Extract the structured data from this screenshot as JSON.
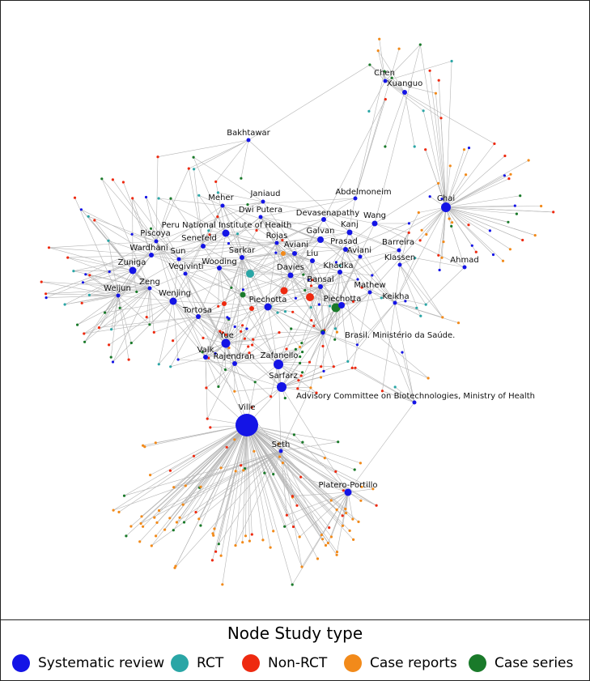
{
  "colors": {
    "systematic_review": "#1414e6",
    "rct": "#2aa6a6",
    "non_rct": "#ee2a10",
    "case_reports": "#f28a1a",
    "case_series": "#1a7a2a",
    "edge": "#b5b5b5"
  },
  "legend": {
    "title": "Node Study type",
    "items": [
      {
        "key": "systematic_review",
        "label": "Systematic review"
      },
      {
        "key": "rct",
        "label": "RCT"
      },
      {
        "key": "non_rct",
        "label": "Non-RCT"
      },
      {
        "key": "case_reports",
        "label": "Case reports"
      },
      {
        "key": "case_series",
        "label": "Case series"
      }
    ]
  },
  "labeled_nodes": [
    {
      "label": "Chen",
      "type": "systematic_review"
    },
    {
      "label": "Xuanguo",
      "type": "systematic_review"
    },
    {
      "label": "Bakhtawar",
      "type": "systematic_review"
    },
    {
      "label": "Abdelmoneim",
      "type": "systematic_review"
    },
    {
      "label": "Chai",
      "type": "systematic_review"
    },
    {
      "label": "Meher",
      "type": "systematic_review"
    },
    {
      "label": "Janiaud",
      "type": "systematic_review"
    },
    {
      "label": "Dwi Putera",
      "type": "systematic_review"
    },
    {
      "label": "Devasenapathy",
      "type": "systematic_review"
    },
    {
      "label": "Wang",
      "type": "systematic_review"
    },
    {
      "label": "Peru National Institute of Health",
      "type": "systematic_review"
    },
    {
      "label": "Galvan",
      "type": "systematic_review"
    },
    {
      "label": "Kanj",
      "type": "systematic_review"
    },
    {
      "label": "Piscoya",
      "type": "systematic_review"
    },
    {
      "label": "Rojas",
      "type": "systematic_review"
    },
    {
      "label": "Senefeld",
      "type": "systematic_review"
    },
    {
      "label": "Aviani",
      "type": "systematic_review"
    },
    {
      "label": "Prasad",
      "type": "systematic_review"
    },
    {
      "label": "Barreira",
      "type": "systematic_review"
    },
    {
      "label": "Wardhani",
      "type": "systematic_review"
    },
    {
      "label": "Sarkar",
      "type": "systematic_review"
    },
    {
      "label": "Sun",
      "type": "systematic_review"
    },
    {
      "label": "Liu",
      "type": "systematic_review"
    },
    {
      "label": "Aviani",
      "type": "systematic_review"
    },
    {
      "label": "Ahmad",
      "type": "systematic_review"
    },
    {
      "label": "Zuniga",
      "type": "systematic_review"
    },
    {
      "label": "Wooding",
      "type": "systematic_review"
    },
    {
      "label": "Klassen",
      "type": "systematic_review"
    },
    {
      "label": "Vegivinti",
      "type": "systematic_review"
    },
    {
      "label": "Davies",
      "type": "systematic_review"
    },
    {
      "label": "Khadka",
      "type": "systematic_review"
    },
    {
      "label": "Zeng",
      "type": "systematic_review"
    },
    {
      "label": "Bansal",
      "type": "systematic_review"
    },
    {
      "label": "Mathew",
      "type": "systematic_review"
    },
    {
      "label": "Weijun",
      "type": "systematic_review"
    },
    {
      "label": "Wenjing",
      "type": "systematic_review"
    },
    {
      "label": "Piechotta",
      "type": "systematic_review"
    },
    {
      "label": "Piechotta",
      "type": "systematic_review"
    },
    {
      "label": "Keikha",
      "type": "systematic_review"
    },
    {
      "label": "Tortosa",
      "type": "systematic_review"
    },
    {
      "label": "Brasil. Ministério da Saúde.",
      "type": "systematic_review"
    },
    {
      "label": "Yue",
      "type": "systematic_review"
    },
    {
      "label": "Valk",
      "type": "systematic_review"
    },
    {
      "label": "Rajendran",
      "type": "systematic_review"
    },
    {
      "label": "Zafanello",
      "type": "systematic_review"
    },
    {
      "label": "Sarfarz",
      "type": "systematic_review"
    },
    {
      "label": "Advisory Committee on Biotechnologies, Ministry of Health",
      "type": "systematic_review"
    },
    {
      "label": "Ville",
      "type": "systematic_review"
    },
    {
      "label": "Seth",
      "type": "systematic_review"
    },
    {
      "label": "Platero-Portillo",
      "type": "systematic_review"
    }
  ]
}
